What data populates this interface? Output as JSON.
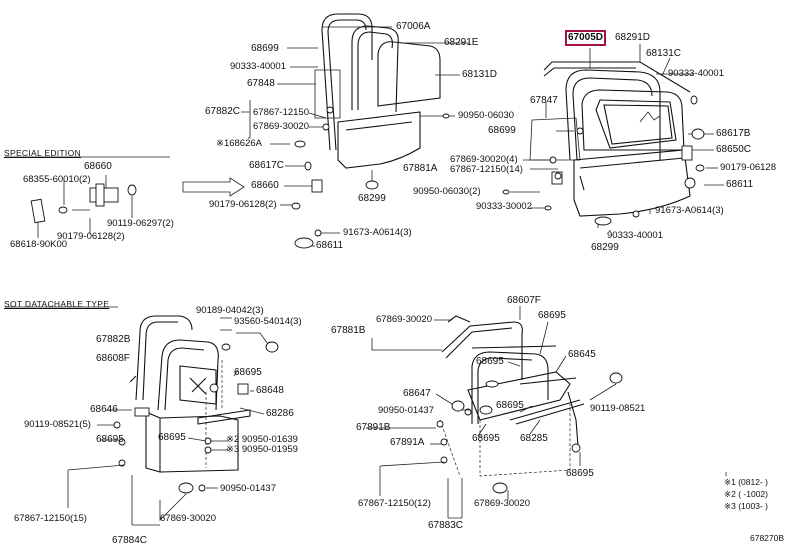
{
  "sections": {
    "special_edition": "SPECIAL EDITION",
    "sot_datachable_type": "SOT DATACHABLE TYPE"
  },
  "labels": {
    "l67006A": "67006A",
    "l68699a": "68699",
    "l68291E": "68291E",
    "l90333a": "90333-40001",
    "l67848": "67848",
    "l68131D": "68131D",
    "l67882C": "67882C",
    "l67867a": "67867-12150",
    "l67869a": "67869-30020",
    "l90950a": "90950-06030",
    "l168626A": "※168626A",
    "l68617C": "68617C",
    "l68660a": "68660",
    "l90179a": "90179-06128(2)",
    "l68299a": "68299",
    "l91673a": "91673-A0614(3)",
    "l68611a": "68611",
    "l67005D": "67005D",
    "l68291D": "68291D",
    "l68131C": "68131C",
    "l90333b": "90333-40001",
    "l67847": "67847",
    "l68699b": "68699",
    "l68617B": "68617B",
    "l68650C": "68650C",
    "l67869b": "67869-30020(4)",
    "l67881A": "67881A",
    "l67867b": "67867-12150(14)",
    "l90179b": "90179-06128",
    "l68611b": "68611",
    "l90950b": "90950-06030(2)",
    "l90333c": "90333-30002",
    "l91673b": "91673-A0614(3)",
    "l90333d": "90333-40001",
    "l68299b": "68299",
    "l68660b": "68660",
    "l68355": "68355-60010(2)",
    "l90119a": "90119-06297(2)",
    "l90179c": "90179-06128(2)",
    "l68618": "68618-90K00",
    "l90189": "90189-04042(3)",
    "l93560": "93560-54014(3)",
    "l67882B": "67882B",
    "l68608F": "68608F",
    "l68695a": "68695",
    "l68648": "68648",
    "l68646": "68646",
    "l68286": "68286",
    "l90119b": "90119-08521(5)",
    "l68695b": "68695",
    "l68695c": "68695",
    "l90950c": "※2 90950-01639",
    "l90950d": "※3 90950-01959",
    "l90950e": "90950-01437",
    "l67867c": "67867-12150(15)",
    "l67869c": "67869-30020",
    "l67884C": "67884C",
    "l67869d": "67869-30020",
    "l67881B": "67881B",
    "l68607F": "68607F",
    "l68695d": "68695",
    "l68695e": "68695",
    "l68645": "68645",
    "l68647": "68647",
    "l90950f": "90950-01437",
    "l68695f": "68695",
    "l90119c": "90119-08521",
    "l67891B": "67891B",
    "l68695g": "68695",
    "l68285": "68285",
    "l67891A": "67891A",
    "l68695h": "68695",
    "l67867d": "67867-12150(12)",
    "l67869e": "67869-30020",
    "l67883C": "67883C"
  },
  "footnotes": {
    "n1": "※1 (0812-   )",
    "n2": "※2 (    -1002)",
    "n3": "※3 (1003-   )"
  },
  "diagram_id": "678270B"
}
